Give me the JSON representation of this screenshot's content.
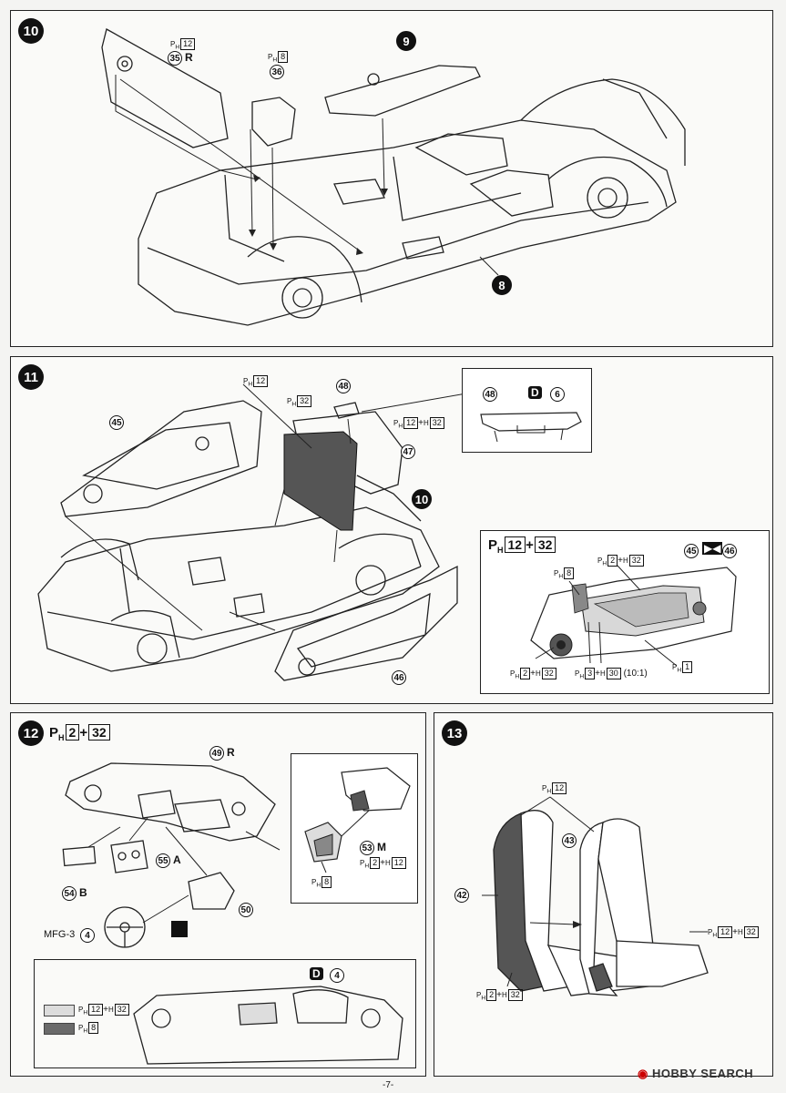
{
  "page_number": "-7-",
  "watermark": "HOBBY SEARCH",
  "step10": {
    "number": "10",
    "parts": {
      "p35": {
        "num": "35",
        "suffix": "R",
        "ph": "12"
      },
      "p36": {
        "num": "36",
        "ph": "8"
      },
      "p9": "9",
      "p8": "8"
    }
  },
  "step11": {
    "number": "11",
    "ph_12": "12",
    "ph_32": "32",
    "ph_12_32": {
      "a": "12",
      "b": "32"
    },
    "p45": "45",
    "p46": "46",
    "p47": "47",
    "p48": "48",
    "p10": "10",
    "inset48": {
      "part": "48",
      "decal_letter": "D",
      "decal_num": "6"
    },
    "inset_doors": {
      "glue_a": "12",
      "glue_b": "32",
      "pair_a": "45",
      "pair_b": "46",
      "ph_8": "8",
      "ph_2_32_top": {
        "a": "2",
        "b": "32"
      },
      "ph_2_32_bottom": {
        "a": "2",
        "b": "32"
      },
      "ph_3_30": {
        "a": "3",
        "b": "30",
        "ratio": "(10:1)"
      },
      "ph_1": "1"
    }
  },
  "step12": {
    "number": "12",
    "glue_a": "2",
    "glue_b": "32",
    "p49": {
      "num": "49",
      "suffix": "R"
    },
    "p55": {
      "num": "55",
      "suffix": "A"
    },
    "p54": {
      "num": "54",
      "suffix": "B"
    },
    "p50": "50",
    "p53": {
      "num": "53",
      "suffix": "M"
    },
    "wheel": {
      "prefix": "MFG-3",
      "num": "4"
    },
    "ph_2_12": {
      "a": "2",
      "b": "12"
    },
    "ph_8": "8",
    "legend": {
      "light": {
        "a": "12",
        "b": "32",
        "color": "#dcdcdc"
      },
      "dark": {
        "ph": "8",
        "color": "#6a6a6a"
      }
    },
    "decal": {
      "letter": "D",
      "num": "4"
    }
  },
  "step13": {
    "number": "13",
    "ph_12": "12",
    "p42": "42",
    "p43": "43",
    "ph_12_32": {
      "a": "12",
      "b": "32"
    },
    "ph_2_32": {
      "a": "2",
      "b": "32"
    }
  }
}
